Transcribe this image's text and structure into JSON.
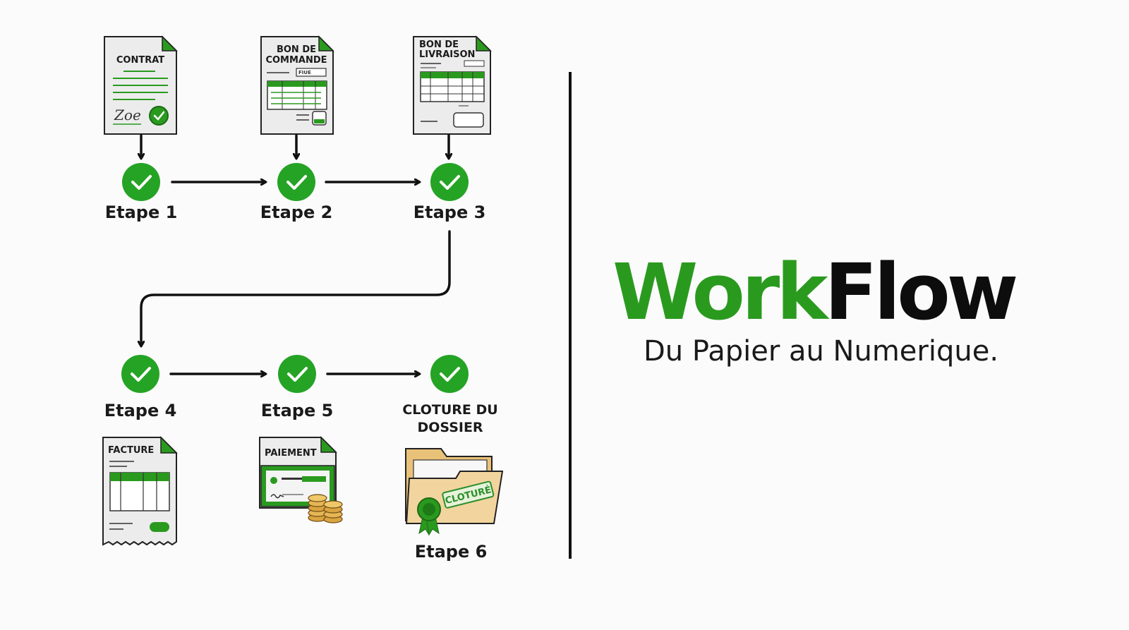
{
  "colors": {
    "accent_green": "#2a9a1f",
    "check_green": "#25a325",
    "dark": "#111111",
    "paper": "#ececec",
    "folder": "#f2d49e"
  },
  "documents": {
    "contrat": {
      "title": "CONTRAT",
      "signature": "Zoe"
    },
    "bon_de_commande": {
      "title_line1": "BON DE",
      "title_line2": "COMMANDE",
      "field": "FIUE"
    },
    "bon_de_livraison": {
      "title_line1": "BON DE",
      "title_line2": "LIVRAISON"
    },
    "facture": {
      "title": "FACTURE"
    },
    "paiement": {
      "title": "PAIEMENT"
    },
    "dossier": {
      "stamp": "CLOTURÉ"
    }
  },
  "steps": [
    {
      "label": "Etape 1"
    },
    {
      "label": "Etape 2"
    },
    {
      "label": "Etape 3"
    },
    {
      "label": "Etape 4"
    },
    {
      "label": "Etape 5"
    },
    {
      "label_line1": "CLOTURE DU",
      "label_line2": "DOSSIER"
    }
  ],
  "final_step_label": "Etape 6",
  "brand": {
    "title_part1": "Work",
    "title_part2": "Flow",
    "subtitle": "Du Papier au Numerique."
  }
}
